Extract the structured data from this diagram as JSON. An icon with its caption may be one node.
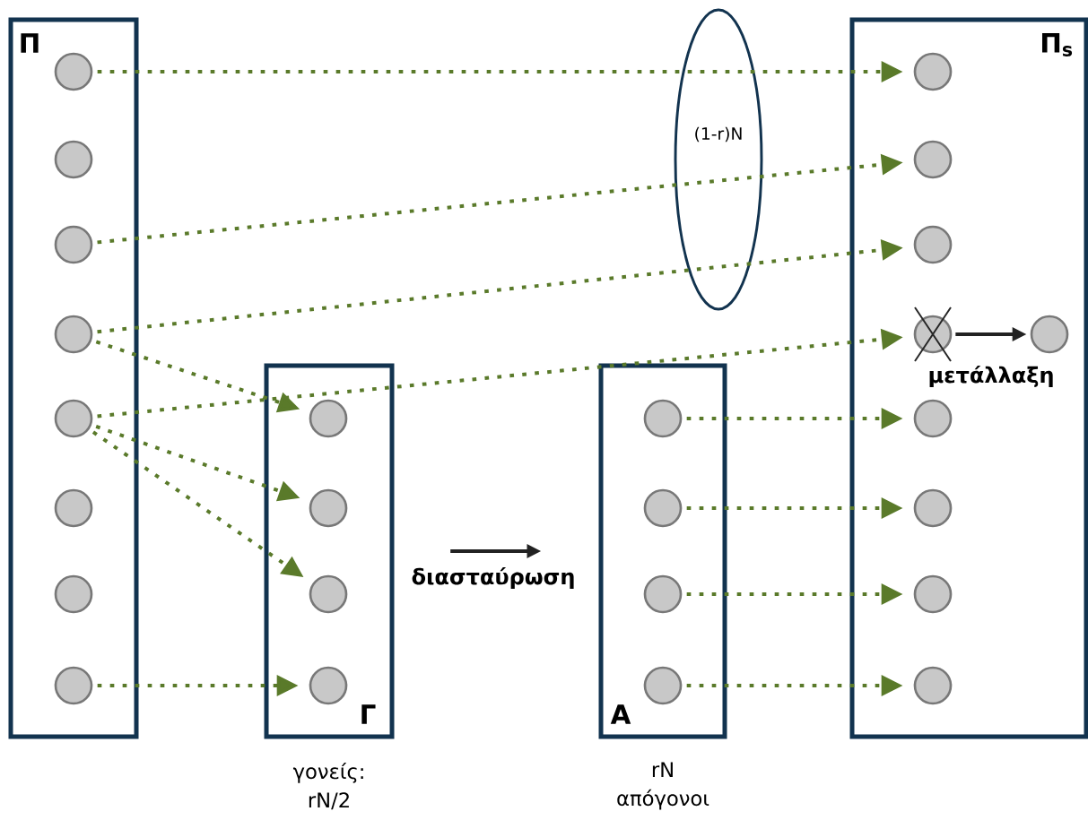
{
  "diagram": {
    "nodes": [
      {
        "text": [
          "Π"
        ]
      },
      {
        "text": [],
        "shape": "circle",
        "in": 0
      },
      {
        "text": [],
        "shape": "circle",
        "in": 0
      },
      {
        "text": [],
        "shape": "circle",
        "in": 0
      },
      {
        "text": [],
        "shape": "circle",
        "in": 0
      },
      {
        "text": [],
        "shape": "circle",
        "in": 0
      },
      {
        "text": [],
        "shape": "circle",
        "in": 0
      },
      {
        "text": [],
        "shape": "circle",
        "in": 0
      },
      {
        "text": [],
        "shape": "circle",
        "in": 0
      },
      {
        "text": [
          "Γ"
        ],
        "beside": [
          "γονείς: rN/2"
        ]
      },
      {
        "text": [],
        "shape": "circle",
        "in": 9
      },
      {
        "text": [],
        "shape": "circle",
        "in": 9
      },
      {
        "text": [],
        "shape": "circle",
        "in": 9
      },
      {
        "text": [],
        "shape": "circle",
        "in": 9
      },
      {
        "text": [
          "A"
        ],
        "beside": [
          "rN απόγονοι"
        ]
      },
      {
        "text": [],
        "shape": "circle",
        "in": 14
      },
      {
        "text": [],
        "shape": "circle",
        "in": 14
      },
      {
        "text": [],
        "shape": "circle",
        "in": 14
      },
      {
        "text": [],
        "shape": "circle",
        "in": 14
      },
      {
        "text": [
          "Π$_{s}$"
        ]
      },
      {
        "text": [],
        "shape": "circle",
        "in": 19
      },
      {
        "text": [],
        "shape": "circle",
        "in": 19
      },
      {
        "text": [],
        "shape": "circle",
        "in": 19
      },
      {
        "text": [],
        "shape": "circle",
        "in": 19
      },
      {
        "text": [],
        "shape": "circle",
        "in": 19
      },
      {
        "text": [],
        "shape": "circle",
        "in": 19
      },
      {
        "text": [],
        "shape": "circle",
        "in": 19
      },
      {
        "text": [],
        "shape": "circle",
        "in": 19
      },
      {
        "text": [],
        "shape": "circle",
        "in": 19
      }
    ],
    "edges": [
      {
        "from": 1,
        "to": 20,
        "arrow": "to",
        "style": "dashed"
      },
      {
        "from": 3,
        "to": 21,
        "arrow": "to",
        "style": "dashed"
      },
      {
        "from": 4,
        "to": 22,
        "arrow": "to",
        "style": "dashed"
      },
      {
        "from": 5,
        "to": 23,
        "arrow": "to",
        "style": "dashed"
      },
      {
        "from": 4,
        "to": 10,
        "arrow": "to",
        "style": "dashed"
      },
      {
        "from": 5,
        "to": 11,
        "arrow": "to",
        "style": "dashed"
      },
      {
        "from": 5,
        "to": 12,
        "arrow": "to",
        "style": "dashed"
      },
      {
        "from": 8,
        "to": 13,
        "arrow": "to",
        "style": "dashed"
      },
      {
        "from": 15,
        "to": 24,
        "arrow": "to",
        "style": "dashed"
      },
      {
        "from": 16,
        "to": 25,
        "arrow": "to",
        "style": "dashed"
      },
      {
        "from": 17,
        "to": 26,
        "arrow": "to",
        "style": "dashed"
      },
      {
        "from": 18,
        "to": 27,
        "arrow": "to",
        "style": "dashed"
      },
      {
        "from": 9,
        "to": 14,
        "arrow": "to",
        "label": "διασταύρωση",
        "color": "#222222"
      },
      {
        "from": 23,
        "to": 28,
        "arrow": "to",
        "label": "μετάλλαξη",
        "color": "#222222"
      }
    ],
    "labels": [
      "(1-r)N"
    ]
  }
}
